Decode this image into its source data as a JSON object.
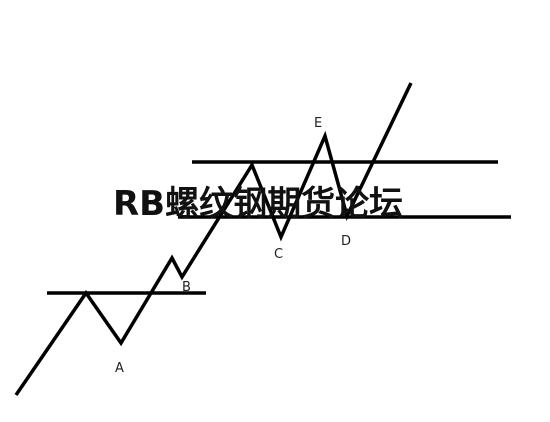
{
  "diagram": {
    "labels": {
      "a": "A",
      "b": "B",
      "c": "C",
      "d": "D",
      "e": "E"
    },
    "watermark": "RB螺纹钢期货论坛",
    "colors": {
      "line": "#000000",
      "text": "#222222",
      "watermark": "#111111",
      "background": "#ffffff"
    }
  }
}
